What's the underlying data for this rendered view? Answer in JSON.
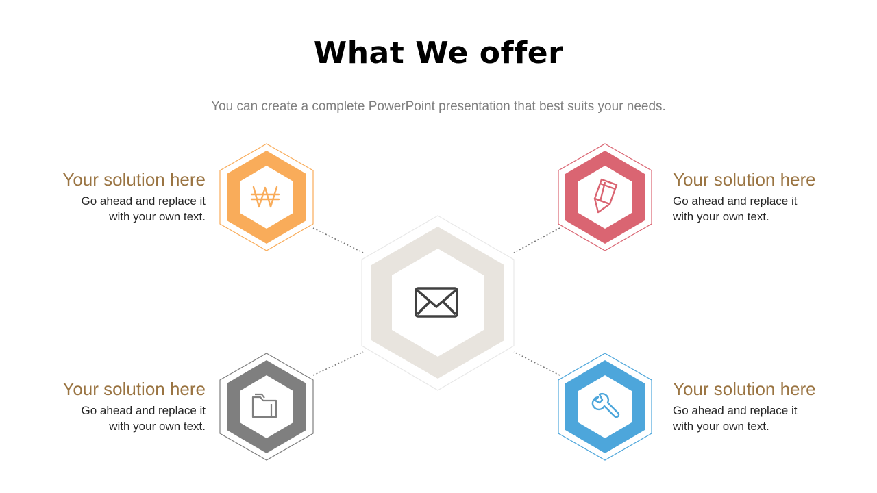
{
  "slide": {
    "title": "What We offer",
    "subtitle": "You can create a complete PowerPoint presentation that best suits your needs."
  },
  "hub": {
    "icon": "envelope-icon",
    "color": "#e8e4de"
  },
  "items": [
    {
      "position": "top-left",
      "title": "Your solution here",
      "body_line1": "Go ahead and replace it",
      "body_line2": "with your own text.",
      "icon": "won-currency-icon",
      "color": "#f9ac5a"
    },
    {
      "position": "top-right",
      "title": "Your solution here",
      "body_line1": "Go ahead and replace it",
      "body_line2": "with your own text.",
      "icon": "pencil-icon",
      "color": "#da6572"
    },
    {
      "position": "bottom-left",
      "title": "Your solution here",
      "body_line1": "Go ahead and replace it",
      "body_line2": "with your own text.",
      "icon": "folder-icon",
      "color": "#7f7f7f"
    },
    {
      "position": "bottom-right",
      "title": "Your solution here",
      "body_line1": "Go ahead and replace it",
      "body_line2": "with your own text.",
      "icon": "wrench-icon",
      "color": "#4da6db"
    }
  ],
  "colors": {
    "title": "#000000",
    "subtitle": "#7f7f7f",
    "item_title": "#9a7442",
    "item_body": "#262626",
    "connector": "#777777"
  }
}
